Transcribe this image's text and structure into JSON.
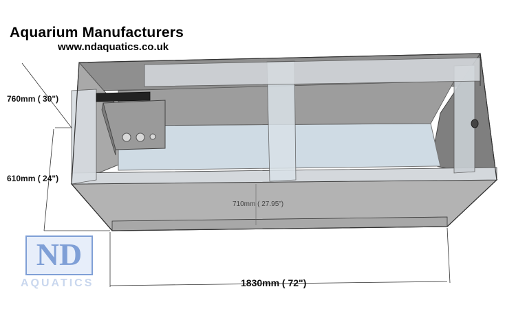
{
  "header": {
    "title": "Aquarium Manufacturers",
    "url": "www.ndaquatics.co.uk"
  },
  "dimensions": {
    "depth": "760mm ( 30\")",
    "height": "610mm ( 24\")",
    "length": "1830mm ( 72\")",
    "inner_width": "710mm ( 27.95\")"
  },
  "logo": {
    "letters": "ND",
    "wordmark": "AQUATICS"
  },
  "colors": {
    "glass_floor": "#cdd8e2",
    "walls": "#9c9c9c",
    "front_panel": "#b4b4b4",
    "logo_blue": "#7f9fd6"
  }
}
